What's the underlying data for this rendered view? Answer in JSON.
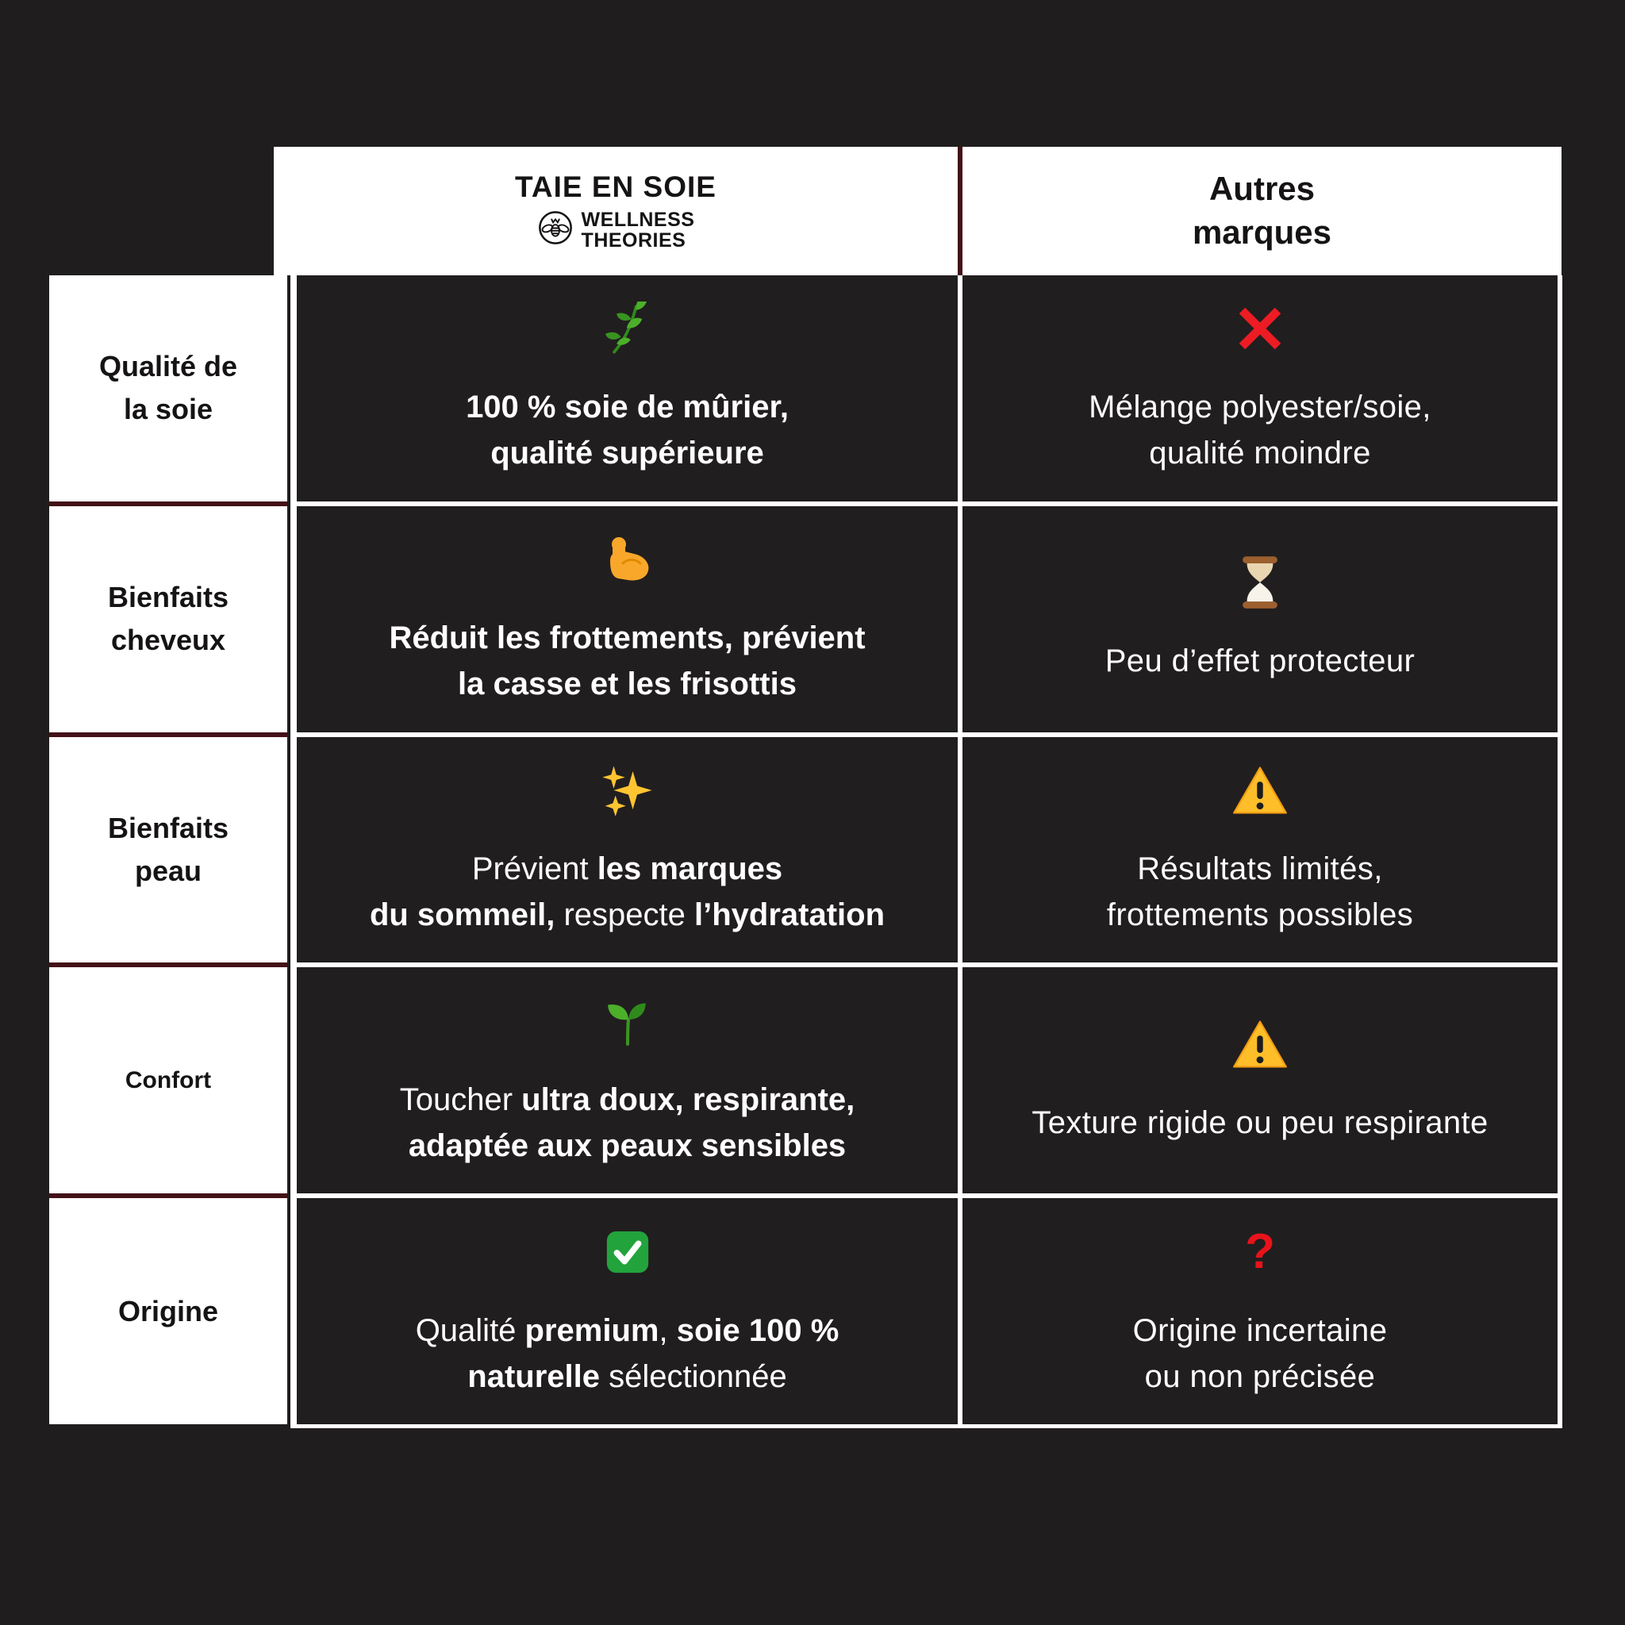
{
  "header": {
    "brand_title": "TAIE EN SOIE",
    "logo_line1": "WELLNESS",
    "logo_line2": "THEORIES",
    "others_line1": "Autres",
    "others_line2": "marques"
  },
  "rows": [
    {
      "label_lines": [
        "Qualité de",
        "la soie"
      ],
      "left": {
        "icon": "herb-icon",
        "lines": [
          [
            {
              "t": "100 % soie de mûrier,",
              "b": true
            }
          ],
          [
            {
              "t": "qualité supérieure",
              "b": true
            }
          ]
        ]
      },
      "right": {
        "icon": "cross-icon",
        "lines": [
          [
            {
              "t": "Mélange polyester/soie,"
            }
          ],
          [
            {
              "t": "qualité moindre"
            }
          ]
        ]
      }
    },
    {
      "label_lines": [
        "Bienfaits",
        "cheveux"
      ],
      "left": {
        "icon": "biceps-icon",
        "lines": [
          [
            {
              "t": "Réduit les frottements, prévient",
              "b": true
            }
          ],
          [
            {
              "t": "la casse et les frisottis",
              "b": true
            }
          ]
        ]
      },
      "right": {
        "icon": "hourglass-icon",
        "lines": [
          [
            {
              "t": "Peu d’effet protecteur"
            }
          ]
        ]
      }
    },
    {
      "label_lines": [
        "Bienfaits",
        "peau"
      ],
      "left": {
        "icon": "sparkles-icon",
        "lines": [
          [
            {
              "t": "Prévient "
            },
            {
              "t": "les marques",
              "b": true
            }
          ],
          [
            {
              "t": "du sommeil,",
              "b": true
            },
            {
              "t": " respecte "
            },
            {
              "t": "l’hydratation",
              "b": true
            }
          ]
        ]
      },
      "right": {
        "icon": "warning-icon",
        "lines": [
          [
            {
              "t": "Résultats limités,"
            }
          ],
          [
            {
              "t": "frottements possibles"
            }
          ]
        ]
      }
    },
    {
      "label_lines": [
        "Confort"
      ],
      "label_small": true,
      "left": {
        "icon": "seedling-icon",
        "lines": [
          [
            {
              "t": "Toucher "
            },
            {
              "t": "ultra doux, respirante,",
              "b": true
            }
          ],
          [
            {
              "t": "adaptée aux peaux sensibles",
              "b": true
            }
          ]
        ]
      },
      "right": {
        "icon": "warning-icon",
        "lines": [
          [
            {
              "t": "Texture rigide ou peu respirante"
            }
          ]
        ]
      }
    },
    {
      "label_lines": [
        "Origine"
      ],
      "left": {
        "icon": "check-icon",
        "lines": [
          [
            {
              "t": "Qualité "
            },
            {
              "t": "premium",
              "b": true
            },
            {
              "t": ", "
            },
            {
              "t": "soie 100 %",
              "b": true
            }
          ],
          [
            {
              "t": "naturelle",
              "b": true
            },
            {
              "t": " sélectionnée"
            }
          ]
        ]
      },
      "right": {
        "icon": "question-icon",
        "lines": [
          [
            {
              "t": "Origine incertaine"
            }
          ],
          [
            {
              "t": "ou non précisée"
            }
          ]
        ]
      }
    }
  ],
  "colors": {
    "background": "#201D1E",
    "cell_dark": "#211E1F",
    "border_maroon": "#431017",
    "grid_white": "#FFFFFF",
    "accent_red": "#ED1C24",
    "warning_yellow": "#FDBE2A",
    "check_green": "#23A33C",
    "text_black": "#151314"
  }
}
